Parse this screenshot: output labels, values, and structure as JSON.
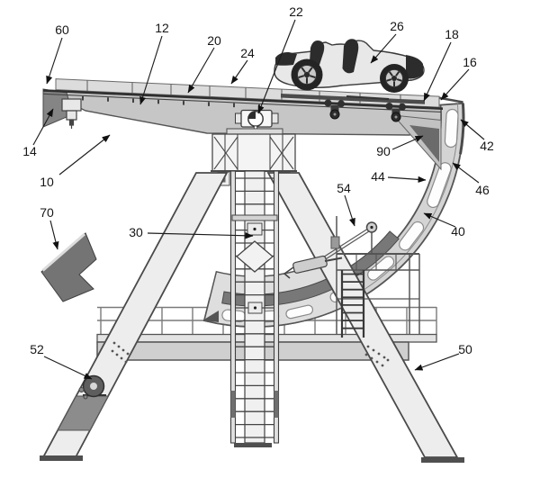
{
  "figure": {
    "reference_labels": {
      "l10": "10",
      "l12": "12",
      "l14": "14",
      "l16": "16",
      "l18": "18",
      "l20": "20",
      "l22": "22",
      "l24": "24",
      "l26": "26",
      "l30": "30",
      "l40": "40",
      "l42": "42",
      "l44": "44",
      "l46": "46",
      "l50": "50",
      "l52": "52",
      "l54": "54",
      "l60": "60",
      "l70": "70",
      "l90": "90"
    },
    "colors": {
      "background": "#ffffff",
      "line": "#3f3f3f",
      "girder_fill": "#c6c6c6",
      "arc_fill": "#d4d4d4",
      "carriage_fill": "#dedede",
      "dark_fill": "#787878",
      "leg_fill": "#ededed",
      "track_block_fill": "#dcdcdc"
    }
  }
}
